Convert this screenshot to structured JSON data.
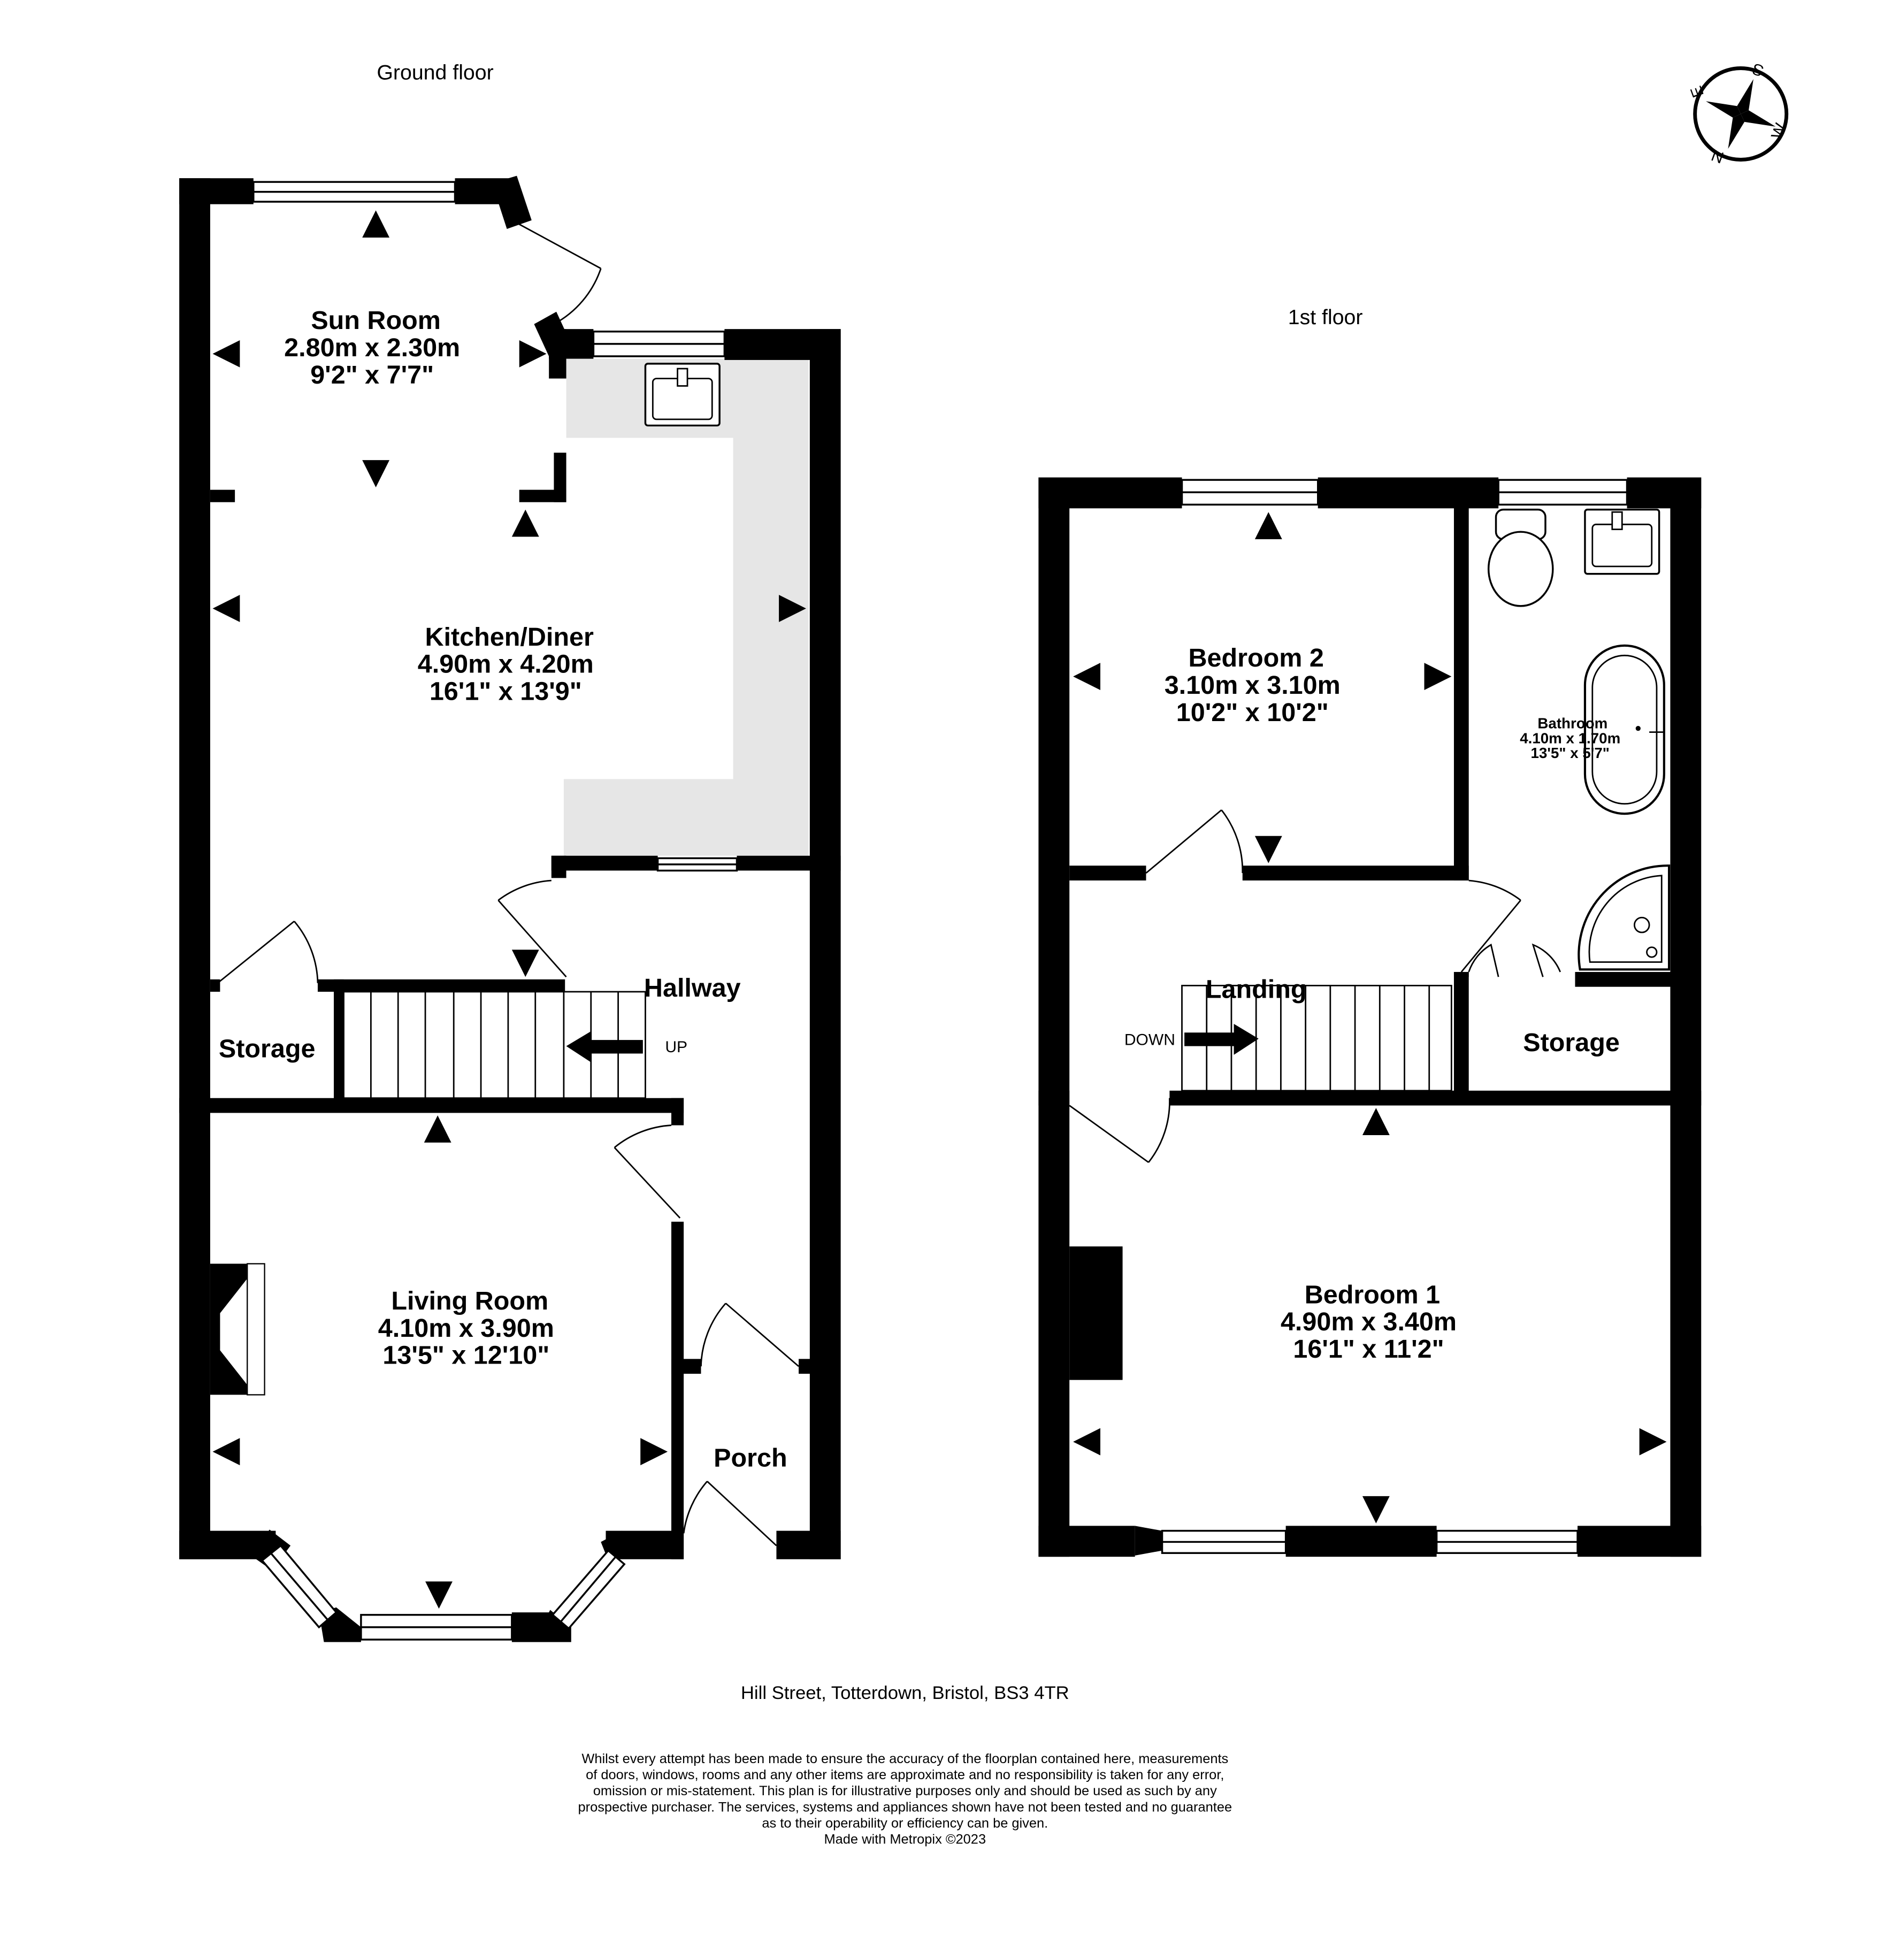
{
  "headings": {
    "ground_floor": "Ground floor",
    "first_floor": "1st floor"
  },
  "compass": {
    "n": "N",
    "e": "E",
    "s": "S",
    "w": "W"
  },
  "colors": {
    "wall": "#000000",
    "fitted_units": "#e6e6e6",
    "background": "#ffffff"
  },
  "ground_rooms": {
    "sun_room": {
      "name": "Sun Room",
      "metric": "2.80m  x 2.30m",
      "imperial": "9'2\"  x 7'7\""
    },
    "kitchen": {
      "name": "Kitchen/Diner",
      "metric": "4.90m  x 4.20m",
      "imperial": "16'1\"  x 13'9\""
    },
    "hallway": {
      "name": "Hallway"
    },
    "storage": {
      "name": "Storage"
    },
    "living": {
      "name": "Living Room",
      "metric": "4.10m  x 3.90m",
      "imperial": "13'5\"  x 12'10\""
    },
    "porch": {
      "name": "Porch"
    }
  },
  "first_rooms": {
    "bedroom2": {
      "name": "Bedroom 2",
      "metric": "3.10m  x 3.10m",
      "imperial": "10'2\"  x 10'2\""
    },
    "bathroom": {
      "name": "Bathroom",
      "metric": "4.10m  x 1.70m",
      "imperial": "13'5\"  x 5'7\""
    },
    "landing": {
      "name": "Landing"
    },
    "storage": {
      "name": "Storage"
    },
    "bedroom1": {
      "name": "Bedroom 1",
      "metric": "4.90m  x 3.40m",
      "imperial": "16'1\"  x 11'2\""
    }
  },
  "stairs": {
    "up_label": "UP",
    "down_label": "DOWN"
  },
  "address": "Hill Street, Totterdown, Bristol, BS3 4TR",
  "disclaimer": [
    "Whilst every attempt has been made to ensure the accuracy of the floorplan contained here, measurements",
    "of doors, windows, rooms and any other items are approximate and no responsibility is taken for any error,",
    "omission or mis-statement. This plan is for illustrative purposes only and should be used as such by any",
    "prospective purchaser. The services, systems and appliances shown have not been tested and no guarantee",
    "as to their operability or efficiency can be given.",
    "Made with Metropix ©2023"
  ]
}
